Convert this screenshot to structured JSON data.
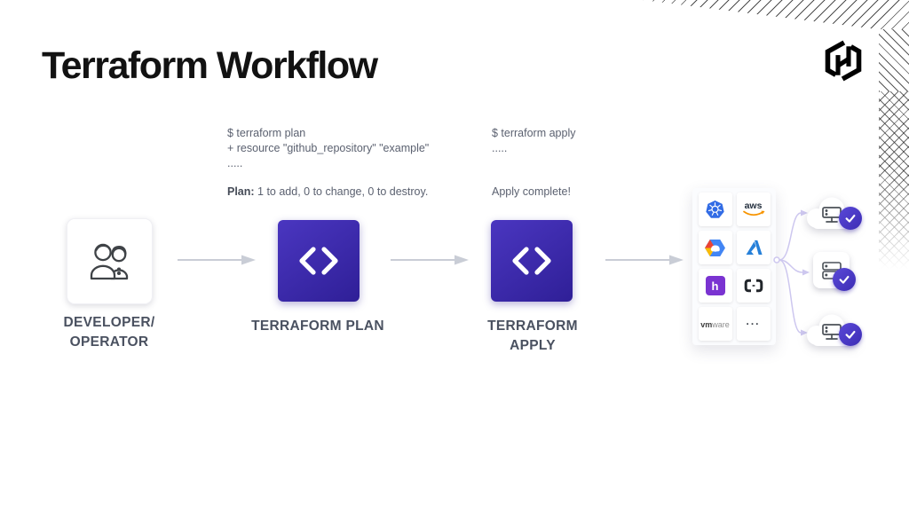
{
  "title": "Terraform Workflow",
  "logo": {
    "name": "hashicorp-logo"
  },
  "terminal_plan": {
    "cmd": "$ terraform plan",
    "resource_line": "+ resource \"github_repository\" \"example\"",
    "ellipsis": ".....",
    "result_label": "Plan:",
    "result_rest": " 1 to add, 0 to change, 0 to destroy."
  },
  "terminal_apply": {
    "cmd": "$ terraform apply",
    "ellipsis": ".....",
    "result": "Apply complete!"
  },
  "nodes": {
    "developer": {
      "label_line1": "DEVELOPER/",
      "label_line2": "OPERATOR"
    },
    "plan": {
      "label": "TERRAFORM PLAN"
    },
    "apply": {
      "label_line1": "TERRAFORM",
      "label_line2": "APPLY"
    }
  },
  "providers": {
    "names": [
      "kubernetes",
      "aws",
      "google-cloud",
      "azure",
      "heroku",
      "brackets",
      "vmware",
      "more"
    ],
    "aws_text": "aws",
    "heroku_letter": "h",
    "vmware_bold": "vm",
    "vmware_light": "ware",
    "more_dots": "..."
  },
  "colors": {
    "purple_card_start": "#4A36C0",
    "purple_card_end": "#2F1F97",
    "badge_purple": "#4B3AC8",
    "arrow_gray": "#C9CDD6",
    "connector_lavender": "#CDC7EF",
    "label_slate": "#4A5160",
    "terminal_text": "#5B6170",
    "kubernetes_blue": "#326CE5",
    "aws_orange": "#F79400",
    "azure_blue": "#2680D9",
    "heroku_purple": "#7A33D1"
  }
}
